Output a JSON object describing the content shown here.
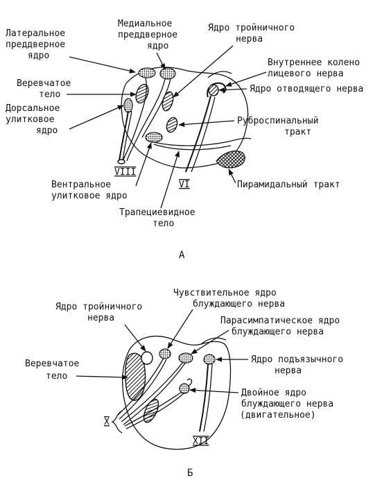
{
  "panel_a": {
    "lateral_vestibular_1": "Латеральное",
    "lateral_vestibular_2": "преддверное",
    "lateral_vestibular_3": "ядро",
    "medial_vestibular_1": "Медиальное",
    "medial_vestibular_2": "преддверное",
    "medial_vestibular_3": "ядро",
    "trigeminal_1": "Ядро тройничного",
    "trigeminal_2": "нерва",
    "facial_genu_1": "Внутреннее колено",
    "facial_genu_2": "лицевого нерва",
    "abducens": "Ядро отводящего нерва",
    "restiform_1": "Веревчатое",
    "restiform_2": "тело",
    "dorsal_cochlear_1": "Дорсальное",
    "dorsal_cochlear_2": "улитковое",
    "dorsal_cochlear_3": "ядро",
    "rubrospinal_1": "Руброспинальный",
    "rubrospinal_2": "тракт",
    "pyramidal": "Пирамидальный тракт",
    "ventral_cochlear_1": "Вентральное",
    "ventral_cochlear_2": "улитковое ядро",
    "trapezoid_1": "Трапециевидное",
    "trapezoid_2": "тело",
    "nerve_viii": "VIII",
    "nerve_vi": "VI",
    "panel_label": "А"
  },
  "panel_b": {
    "trigeminal_1": "Ядро тройничного",
    "trigeminal_2": "нерва",
    "sensory_vagus_1": "Чувствительное ядро",
    "sensory_vagus_2": "блуждающего нерва",
    "parasympathetic_1": "Парасимпатическое ядро",
    "parasympathetic_2": "блуждающего нерва",
    "hypoglossal_1": "Ядро подъязычного",
    "hypoglossal_2": "нерва",
    "restiform_1": "Веревчатое",
    "restiform_2": "тело",
    "ambiguus_1": "Двойное ядро",
    "ambiguus_2": "блуждающего нерва",
    "ambiguus_3": "(двигательное)",
    "nerve_x": "X",
    "nerve_xii": "XII",
    "panel_label": "Б"
  }
}
